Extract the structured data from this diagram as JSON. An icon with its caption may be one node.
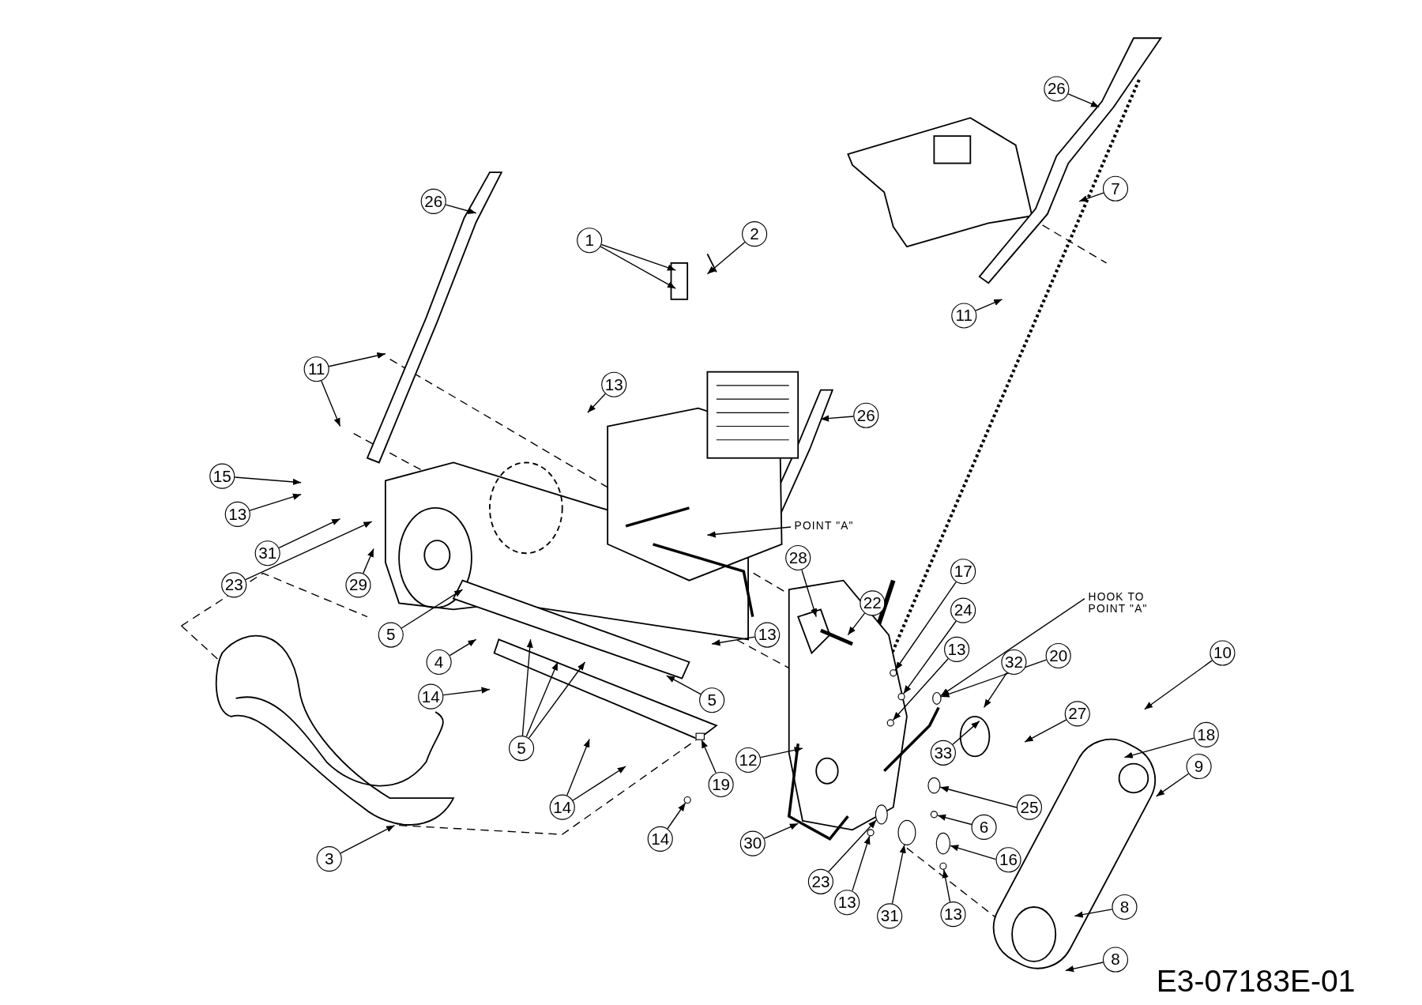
{
  "diagram": {
    "nodes": [
      {
        "text": [
          "26"
        ]
      },
      {
        "text": [
          "7"
        ]
      },
      {
        "text": [
          "11"
        ]
      },
      {
        "text": [
          "26"
        ]
      },
      {
        "text": [
          "1"
        ]
      },
      {
        "text": [
          "2"
        ]
      },
      {
        "text": [
          "11"
        ]
      },
      {
        "text": [
          "13"
        ]
      },
      {
        "text": [
          "26"
        ]
      },
      {
        "text": [
          "15"
        ]
      },
      {
        "text": [
          "13"
        ]
      },
      {
        "text": [
          "31"
        ]
      },
      {
        "text": [
          "23"
        ]
      },
      {
        "text": [
          "29"
        ]
      },
      {
        "text": [
          "28"
        ]
      },
      {
        "text": [
          "22"
        ]
      },
      {
        "text": [
          "17"
        ]
      },
      {
        "text": [
          "24"
        ]
      },
      {
        "text": [
          "13"
        ]
      },
      {
        "text": [
          "5"
        ]
      },
      {
        "text": [
          "4"
        ]
      },
      {
        "text": [
          "13"
        ]
      },
      {
        "text": [
          "20"
        ]
      },
      {
        "text": [
          "32"
        ]
      },
      {
        "text": [
          "27"
        ]
      },
      {
        "text": [
          "10"
        ]
      },
      {
        "text": [
          "18"
        ]
      },
      {
        "text": [
          "14"
        ]
      },
      {
        "text": [
          "5"
        ]
      },
      {
        "text": [
          "5"
        ]
      },
      {
        "text": [
          "33"
        ]
      },
      {
        "text": [
          "12"
        ]
      },
      {
        "text": [
          "25"
        ]
      },
      {
        "text": [
          "6"
        ]
      },
      {
        "text": [
          "9"
        ]
      },
      {
        "text": [
          "14"
        ]
      },
      {
        "text": [
          "19"
        ]
      },
      {
        "text": [
          "14"
        ]
      },
      {
        "text": [
          "30"
        ]
      },
      {
        "text": [
          "23"
        ]
      },
      {
        "text": [
          "13"
        ]
      },
      {
        "text": [
          "16"
        ]
      },
      {
        "text": [
          "31"
        ]
      },
      {
        "text": [
          "13"
        ]
      },
      {
        "text": [
          "8"
        ]
      },
      {
        "text": [
          "8"
        ]
      },
      {
        "text": [
          "3"
        ]
      },
      {
        "text": [
          "POINT \"A\""
        ]
      },
      {
        "text": [
          "HOOK TO POINT \"A\""
        ]
      },
      {
        "text": [],
        "shape": "circle"
      },
      {
        "text": [],
        "shape": "circle"
      },
      {
        "text": [],
        "shape": "circle"
      },
      {
        "text": [],
        "shape": "circle"
      },
      {
        "text": [],
        "shape": "circle"
      },
      {
        "text": [],
        "shape": "circle"
      },
      {
        "text": [],
        "shape": "box"
      },
      {
        "text": [],
        "shape": "circle"
      },
      {
        "text": [],
        "shape": "circle"
      },
      {
        "text": [],
        "shape": "circle"
      },
      {
        "text": [],
        "shape": "circle"
      },
      {
        "text": [],
        "shape": "circle"
      },
      {
        "text": [],
        "shape": "circle"
      }
    ],
    "edges": [
      {
        "from": 0,
        "to": null,
        "arrow": "to"
      },
      {
        "from": 1,
        "to": null,
        "arrow": "to"
      },
      {
        "from": 2,
        "to": null,
        "arrow": "to"
      },
      {
        "from": 3,
        "to": null,
        "arrow": "to"
      },
      {
        "from": 4,
        "to": null,
        "arrow": "to"
      },
      {
        "from": 4,
        "to": null,
        "arrow": "to"
      },
      {
        "from": 5,
        "to": null,
        "arrow": "to"
      },
      {
        "from": 6,
        "to": null,
        "arrow": "to"
      },
      {
        "from": 6,
        "to": null,
        "arrow": "to"
      },
      {
        "from": 7,
        "to": null,
        "arrow": "to"
      },
      {
        "from": 8,
        "to": null,
        "arrow": "to"
      },
      {
        "from": 9,
        "to": null,
        "arrow": "to"
      },
      {
        "from": 10,
        "to": null,
        "arrow": "to"
      },
      {
        "from": 11,
        "to": null,
        "arrow": "to"
      },
      {
        "from": 12,
        "to": null,
        "arrow": "to"
      },
      {
        "from": 13,
        "to": null,
        "arrow": "to"
      },
      {
        "from": 14,
        "to": null,
        "arrow": "to"
      },
      {
        "from": 15,
        "to": null,
        "arrow": "to"
      },
      {
        "from": 16,
        "to": 58,
        "arrow": "to"
      },
      {
        "from": 17,
        "to": 53,
        "arrow": "to"
      },
      {
        "from": 18,
        "to": null,
        "arrow": "to"
      },
      {
        "from": 19,
        "to": null,
        "arrow": "to"
      },
      {
        "from": 20,
        "to": null,
        "arrow": "to"
      },
      {
        "from": 21,
        "to": 59,
        "arrow": "to"
      },
      {
        "from": 22,
        "to": 52,
        "arrow": "to"
      },
      {
        "from": 23,
        "to": null,
        "arrow": "to"
      },
      {
        "from": 24,
        "to": null,
        "arrow": "to"
      },
      {
        "from": 25,
        "to": null,
        "arrow": "to"
      },
      {
        "from": 26,
        "to": null,
        "arrow": "to"
      },
      {
        "from": 27,
        "to": null,
        "arrow": "to"
      },
      {
        "from": 28,
        "to": null,
        "arrow": "to"
      },
      {
        "from": 28,
        "to": null,
        "arrow": "to"
      },
      {
        "from": 28,
        "to": null,
        "arrow": "to"
      },
      {
        "from": 29,
        "to": null,
        "arrow": "to"
      },
      {
        "from": 30,
        "to": null,
        "arrow": "to"
      },
      {
        "from": 31,
        "to": null,
        "arrow": "to"
      },
      {
        "from": 32,
        "to": 49,
        "arrow": "to"
      },
      {
        "from": 33,
        "to": 54,
        "arrow": "to"
      },
      {
        "from": 34,
        "to": null,
        "arrow": "to"
      },
      {
        "from": 35,
        "to": null,
        "arrow": "to"
      },
      {
        "from": 35,
        "to": null,
        "arrow": "to"
      },
      {
        "from": 36,
        "to": 55,
        "arrow": "to"
      },
      {
        "from": 37,
        "to": 56,
        "arrow": "to"
      },
      {
        "from": 38,
        "to": null,
        "arrow": "to"
      },
      {
        "from": 39,
        "to": 60,
        "arrow": "to"
      },
      {
        "from": 40,
        "to": 61,
        "arrow": "to"
      },
      {
        "from": 41,
        "to": 50,
        "arrow": "to"
      },
      {
        "from": 42,
        "to": 57,
        "arrow": "to"
      },
      {
        "from": 43,
        "to": 51,
        "arrow": "to"
      },
      {
        "from": 44,
        "to": null,
        "arrow": "to"
      },
      {
        "from": 45,
        "to": null,
        "arrow": "to"
      },
      {
        "from": 46,
        "to": null,
        "arrow": "to"
      },
      {
        "from": 47,
        "to": null,
        "arrow": "to"
      },
      {
        "from": 48,
        "to": 52,
        "arrow": "to"
      }
    ],
    "labels": [
      "E3-07183E-01"
    ]
  }
}
